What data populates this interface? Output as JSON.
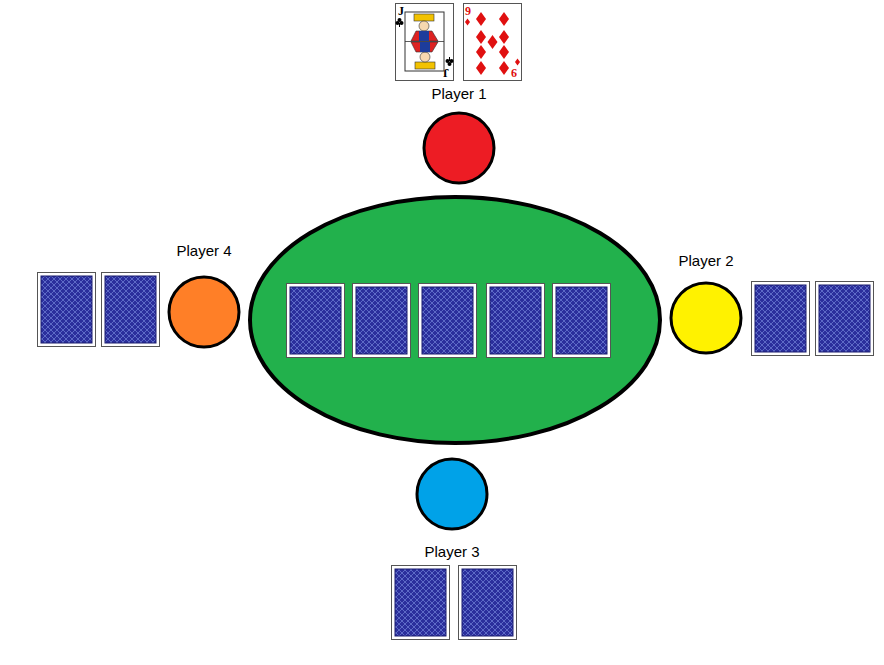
{
  "diagram": {
    "nodes": [
      {
        "text": [
          "Player 1"
        ]
      },
      {
        "text": [
          "Player 4"
        ]
      },
      {
        "text": [
          "Player 2"
        ]
      },
      {
        "text": [
          "Player 3"
        ]
      }
    ],
    "labels": [
      "J",
      "J",
      "9",
      "9"
    ]
  }
}
